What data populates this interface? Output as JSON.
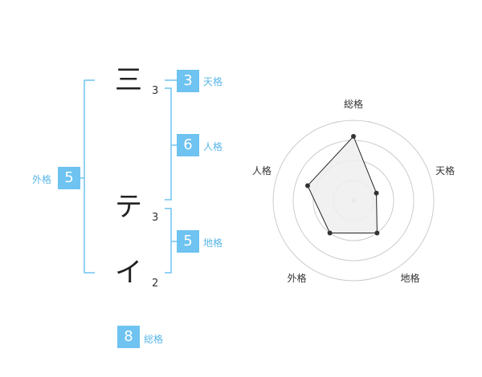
{
  "name_chars": [
    {
      "char": "三",
      "strokes": "3"
    },
    {
      "char": "テ",
      "strokes": "3"
    },
    {
      "char": "イ",
      "strokes": "2"
    }
  ],
  "kaku": {
    "tenkaku": {
      "value": "3",
      "label": "天格"
    },
    "jinkaku": {
      "value": "6",
      "label": "人格"
    },
    "chikaku": {
      "value": "5",
      "label": "地格"
    },
    "gaikaku": {
      "value": "5",
      "label": "外格"
    },
    "soukaku": {
      "value": "8",
      "label": "総格"
    }
  },
  "colors": {
    "accent": "#6ec3f0",
    "label": "#59b6e8",
    "radar_fill": "#eeeeee",
    "radar_stroke": "#222222",
    "ring": "#cccccc"
  },
  "chart_data": {
    "type": "radar",
    "axes": [
      "総格",
      "天格",
      "地格",
      "外格",
      "人格"
    ],
    "values": [
      8,
      3,
      5,
      5,
      6
    ],
    "rings": 4
  }
}
